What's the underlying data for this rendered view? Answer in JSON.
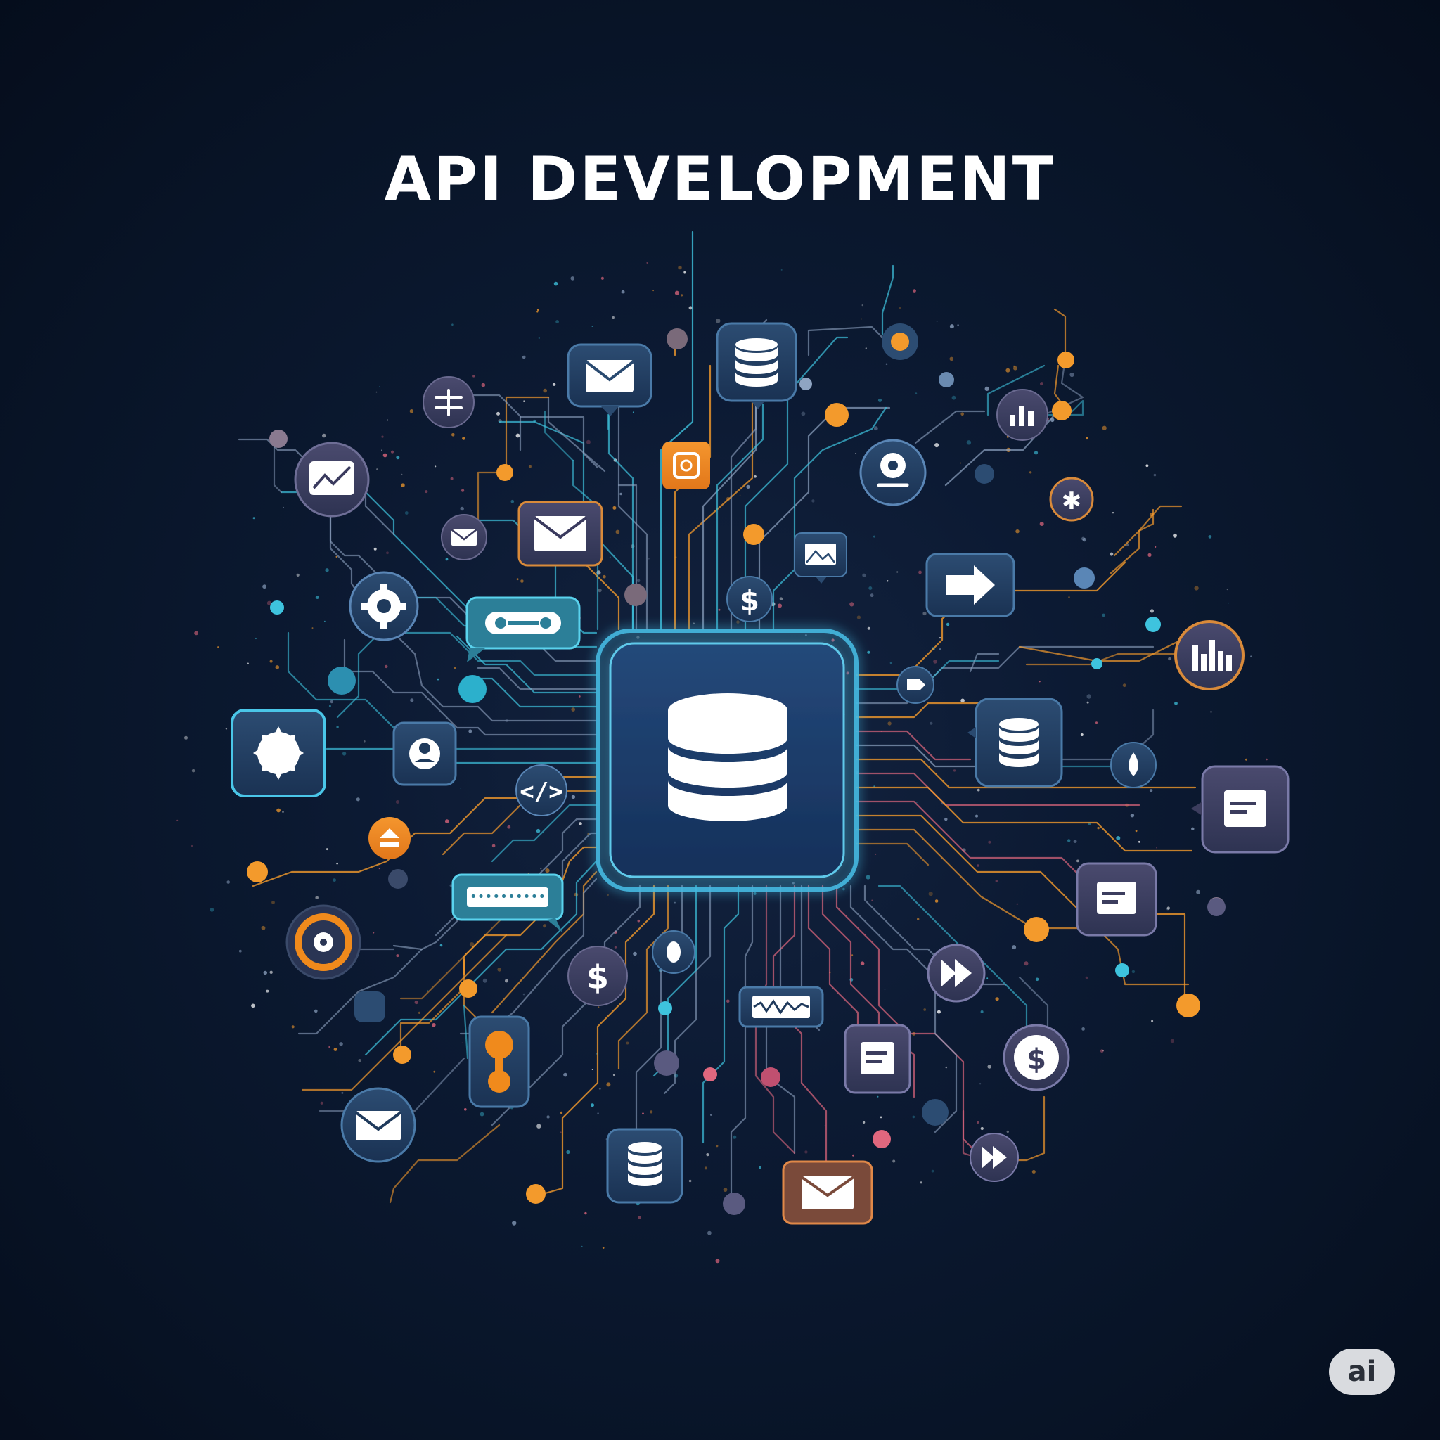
{
  "title": "API DEVELOPMENT",
  "badge": "ai",
  "colors": {
    "background": "#0a1730",
    "line_cyan": "#3ec3de",
    "line_orange": "#f39a2c",
    "line_pink": "#e0677e",
    "line_slate": "#8fa4c2",
    "hub_fill": "#1d3a66",
    "hub_border": "#45b8e0",
    "node_fill": "#1f3a5c",
    "node_purple": "#3c3d5e",
    "accent_orange": "#f08a1c"
  },
  "hub": {
    "icon": "database-icon"
  },
  "nodes": [
    {
      "name": "mail-node-top",
      "icon": "mail-icon",
      "shape": "bubble"
    },
    {
      "name": "database-node-top",
      "icon": "database-icon",
      "shape": "bubble"
    },
    {
      "name": "camera-node",
      "icon": "camera-icon",
      "shape": "orange-square"
    },
    {
      "name": "filter-node",
      "icon": "filter-icon",
      "shape": "circle"
    },
    {
      "name": "chart-node-topleft",
      "icon": "trend-chart-icon",
      "shape": "circle"
    },
    {
      "name": "mail-node-left",
      "icon": "mail-icon",
      "shape": "square"
    },
    {
      "name": "gear-node-left",
      "icon": "gear-icon",
      "shape": "circle"
    },
    {
      "name": "link-node",
      "icon": "link-icon",
      "shape": "bubble"
    },
    {
      "name": "location-node",
      "icon": "location-icon",
      "shape": "circle"
    },
    {
      "name": "image-node",
      "icon": "image-icon",
      "shape": "bubble"
    },
    {
      "name": "arrow-node",
      "icon": "arrow-right-icon",
      "shape": "square"
    },
    {
      "name": "dollar-node-top",
      "icon": "dollar-icon",
      "shape": "circle"
    },
    {
      "name": "analytics-node-topright",
      "icon": "analytics-icon",
      "shape": "circle"
    },
    {
      "name": "star-node",
      "icon": "star-icon",
      "shape": "circle"
    },
    {
      "name": "bar-chart-node",
      "icon": "bar-chart-icon",
      "shape": "circle"
    },
    {
      "name": "badge-node-left",
      "icon": "badge-icon",
      "shape": "square"
    },
    {
      "name": "user-node-left",
      "icon": "user-icon",
      "shape": "square"
    },
    {
      "name": "code-node",
      "icon": "code-icon",
      "shape": "circle"
    },
    {
      "name": "upload-node",
      "icon": "upload-icon",
      "shape": "circle"
    },
    {
      "name": "input-node",
      "icon": "input-field-icon",
      "shape": "bubble"
    },
    {
      "name": "gear-node-orange",
      "icon": "gear-icon",
      "shape": "orange-ring"
    },
    {
      "name": "database-node-right",
      "icon": "database-icon",
      "shape": "square"
    },
    {
      "name": "drop-node",
      "icon": "drop-icon",
      "shape": "circle"
    },
    {
      "name": "document-node-right",
      "icon": "document-icon",
      "shape": "bubble"
    },
    {
      "name": "document-node-mid",
      "icon": "document-icon",
      "shape": "square"
    },
    {
      "name": "play-node",
      "icon": "fast-forward-icon",
      "shape": "circle"
    },
    {
      "name": "dollar-node-bottomright",
      "icon": "dollar-icon",
      "shape": "circle"
    },
    {
      "name": "play-node-bottom",
      "icon": "fast-forward-icon",
      "shape": "circle"
    },
    {
      "name": "mail-node-bottom",
      "icon": "mail-icon",
      "shape": "orange-square"
    },
    {
      "name": "document-node-bottom",
      "icon": "document-icon",
      "shape": "square"
    },
    {
      "name": "waveform-node",
      "icon": "waveform-icon",
      "shape": "square"
    },
    {
      "name": "database-node-bottom",
      "icon": "database-icon",
      "shape": "square"
    },
    {
      "name": "key-node",
      "icon": "key-icon",
      "shape": "square"
    },
    {
      "name": "mail-node-bottomleft",
      "icon": "mail-icon",
      "shape": "circle"
    },
    {
      "name": "dollar-node-bottom",
      "icon": "dollar-icon",
      "shape": "circle"
    }
  ]
}
